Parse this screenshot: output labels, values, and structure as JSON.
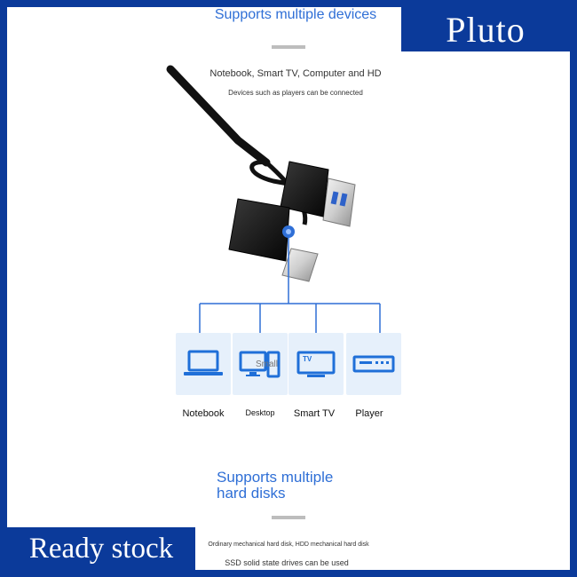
{
  "brand": {
    "name": "Pluto"
  },
  "section1": {
    "title": "Supports multiple devices",
    "line1": "Notebook, Smart TV, Computer and HD",
    "line2": "Devices such as players can be connected"
  },
  "devices": [
    {
      "label": "Notebook",
      "icon": "laptop-icon"
    },
    {
      "label": "Desktop",
      "icon": "desktop-icon",
      "overlay": "Small"
    },
    {
      "label": "Smart TV",
      "icon": "tv-icon",
      "badge": "TV"
    },
    {
      "label": "Player",
      "icon": "player-icon"
    }
  ],
  "section2": {
    "title_line1": "Supports multiple",
    "title_line2": "hard disks",
    "line1": "Ordinary mechanical hard disk, HDD mechanical hard disk",
    "line2": "SSD solid state drives can be used"
  },
  "badge": {
    "ready": "Ready stock"
  },
  "colors": {
    "accent": "#2f6fd6",
    "brand_bg": "#0b3a9a",
    "card_bg": "#e6f0fb"
  }
}
